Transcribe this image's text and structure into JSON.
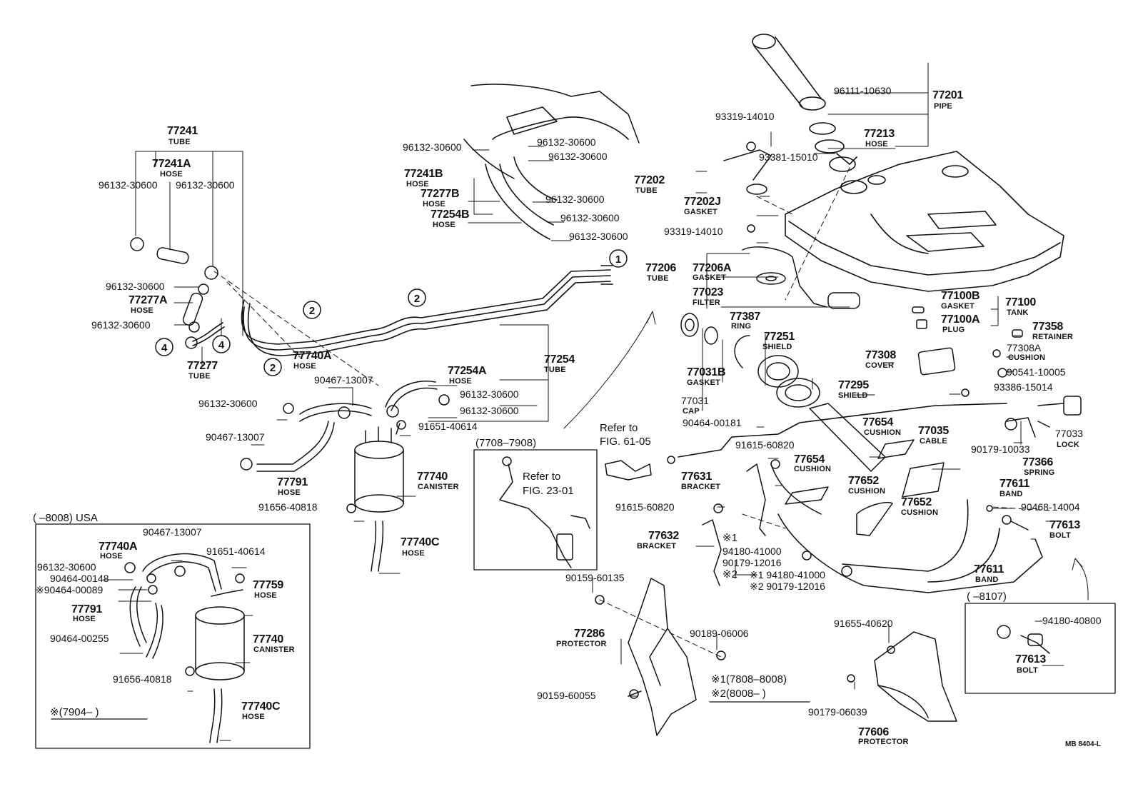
{
  "labels": {
    "l1": {
      "t": "77241",
      "k": "bn"
    },
    "l2": {
      "t": "TUBE",
      "k": "nm"
    },
    "l3": {
      "t": "77241A",
      "k": "bn"
    },
    "l4": {
      "t": "HOSE",
      "k": "nm"
    },
    "l5": {
      "t": "96132-30600",
      "k": "pn"
    },
    "l6": {
      "t": "96132-30600",
      "k": "pn"
    },
    "l7": {
      "t": "96132-30600",
      "k": "pn"
    },
    "l8": {
      "t": "77277A",
      "k": "bn"
    },
    "l9": {
      "t": "HOSE",
      "k": "nm"
    },
    "l10": {
      "t": "96132-30600",
      "k": "pn"
    },
    "l11": {
      "t": "77277",
      "k": "bn"
    },
    "l12": {
      "t": "TUBE",
      "k": "nm"
    },
    "l13": {
      "t": "96132-30600",
      "k": "pn"
    },
    "l14": {
      "t": "96132-30600",
      "k": "pn"
    },
    "l15": {
      "t": "96132-30600",
      "k": "pn"
    },
    "l16": {
      "t": "77241B",
      "k": "bn"
    },
    "l17": {
      "t": "HOSE",
      "k": "nm"
    },
    "l18": {
      "t": "96132-30600",
      "k": "pn"
    },
    "l19": {
      "t": "77277B",
      "k": "bn"
    },
    "l20": {
      "t": "HOSE",
      "k": "nm"
    },
    "l21": {
      "t": "96132-30600",
      "k": "pn"
    },
    "l22": {
      "t": "77254B",
      "k": "bn"
    },
    "l23": {
      "t": "HOSE",
      "k": "nm"
    },
    "l24": {
      "t": "96132-30600",
      "k": "pn"
    },
    "l25": {
      "t": "77740A",
      "k": "bn"
    },
    "l26": {
      "t": "HOSE",
      "k": "nm"
    },
    "l27": {
      "t": "90467-13007",
      "k": "pn"
    },
    "l28": {
      "t": "77254A",
      "k": "bn"
    },
    "l29": {
      "t": "HOSE",
      "k": "nm"
    },
    "l30": {
      "t": "77254",
      "k": "bn"
    },
    "l31": {
      "t": "TUBE",
      "k": "nm"
    },
    "l32": {
      "t": "96132-30600",
      "k": "pn"
    },
    "l33": {
      "t": "96132-30600",
      "k": "pn"
    },
    "l34": {
      "t": "96132-30600",
      "k": "pn"
    },
    "l35": {
      "t": "91651-40614",
      "k": "pn"
    },
    "l36": {
      "t": "90467-13007",
      "k": "pn"
    },
    "l37": {
      "t": "77791",
      "k": "bn"
    },
    "l38": {
      "t": "HOSE",
      "k": "nm"
    },
    "l39": {
      "t": "77740",
      "k": "bn"
    },
    "l40": {
      "t": "CANISTER",
      "k": "nm"
    },
    "l41": {
      "t": "91656-40818",
      "k": "pn"
    },
    "l42": {
      "t": "77740C",
      "k": "bn"
    },
    "l43": {
      "t": "HOSE",
      "k": "nm"
    },
    "l44": {
      "t": "(     –8008)  USA",
      "k": "nt"
    },
    "l45": {
      "t": "90467-13007",
      "k": "pn"
    },
    "l46": {
      "t": "77740A",
      "k": "bn"
    },
    "l47": {
      "t": "HOSE",
      "k": "nm"
    },
    "l48": {
      "t": "91651-40614",
      "k": "pn"
    },
    "l49": {
      "t": "96132-30600",
      "k": "pn"
    },
    "l50": {
      "t": "90464-00148",
      "k": "pn"
    },
    "l51": {
      "t": "※90464-00089",
      "k": "pn"
    },
    "l52": {
      "t": "77759",
      "k": "bn"
    },
    "l53": {
      "t": "HOSE",
      "k": "nm"
    },
    "l54": {
      "t": "77791",
      "k": "bn"
    },
    "l55": {
      "t": "HOSE",
      "k": "nm"
    },
    "l56": {
      "t": "90464-00255",
      "k": "pn"
    },
    "l57": {
      "t": "77740",
      "k": "bn"
    },
    "l58": {
      "t": "CANISTER",
      "k": "nm"
    },
    "l59": {
      "t": "91656-40818",
      "k": "pn"
    },
    "l60": {
      "t": "77740C",
      "k": "bn"
    },
    "l61": {
      "t": "HOSE",
      "k": "nm"
    },
    "l62": {
      "t": "※(7904–        )",
      "k": "nt"
    },
    "l63": {
      "t": "(7708–7908)",
      "k": "nt"
    },
    "l64": {
      "t": "Refer to",
      "k": "nt"
    },
    "l65": {
      "t": "FIG. 23-01",
      "k": "nt"
    },
    "l66": {
      "t": "Refer to",
      "k": "nt"
    },
    "l67": {
      "t": "FIG. 61-05",
      "k": "nt"
    },
    "l68": {
      "t": "96111-10630",
      "k": "pn"
    },
    "l69": {
      "t": "77201",
      "k": "bn"
    },
    "l70": {
      "t": "PIPE",
      "k": "nm"
    },
    "l71": {
      "t": "93319-14010",
      "k": "pn"
    },
    "l72": {
      "t": "77213",
      "k": "bn"
    },
    "l73": {
      "t": "HOSE",
      "k": "nm"
    },
    "l74": {
      "t": "93381-15010",
      "k": "pn"
    },
    "l75": {
      "t": "77202",
      "k": "bn"
    },
    "l76": {
      "t": "TUBE",
      "k": "nm"
    },
    "l77": {
      "t": "77202J",
      "k": "bn"
    },
    "l78": {
      "t": "GASKET",
      "k": "nm"
    },
    "l79": {
      "t": "93319-14010",
      "k": "pn"
    },
    "l80": {
      "t": "77206",
      "k": "bn"
    },
    "l81": {
      "t": "TUBE",
      "k": "nm"
    },
    "l82": {
      "t": "77206A",
      "k": "bn"
    },
    "l83": {
      "t": "GASKET",
      "k": "nm"
    },
    "l84": {
      "t": "77023",
      "k": "bn"
    },
    "l85": {
      "t": "FILTER",
      "k": "nm"
    },
    "l86": {
      "t": "77100B",
      "k": "bn"
    },
    "l87": {
      "t": "GASKET",
      "k": "nm"
    },
    "l88": {
      "t": "77100",
      "k": "bn"
    },
    "l89": {
      "t": "TANK",
      "k": "nm"
    },
    "l90": {
      "t": "77100A",
      "k": "bn"
    },
    "l91": {
      "t": "PLUG",
      "k": "nm"
    },
    "l92": {
      "t": "77387",
      "k": "bn"
    },
    "l93": {
      "t": "RING",
      "k": "nm"
    },
    "l94": {
      "t": "77251",
      "k": "bn"
    },
    "l95": {
      "t": "SHIELD",
      "k": "nm"
    },
    "l96": {
      "t": "77358",
      "k": "bn"
    },
    "l97": {
      "t": "RETAINER",
      "k": "nm"
    },
    "l98": {
      "t": "77308",
      "k": "bn"
    },
    "l99": {
      "t": "COVER",
      "k": "nm"
    },
    "l100": {
      "t": "77308A",
      "k": "pn"
    },
    "l101": {
      "t": "CUSHION",
      "k": "nm"
    },
    "l102": {
      "t": "90541-10005",
      "k": "pn"
    },
    "l103": {
      "t": "77031B",
      "k": "bn"
    },
    "l104": {
      "t": "GASKET",
      "k": "nm"
    },
    "l105": {
      "t": "77031",
      "k": "pn"
    },
    "l106": {
      "t": "CAP",
      "k": "nm"
    },
    "l107": {
      "t": "77295",
      "k": "bn"
    },
    "l108": {
      "t": "SHIELD",
      "k": "nm"
    },
    "l109": {
      "t": "93386-15014",
      "k": "pn"
    },
    "l110": {
      "t": "90464-00181",
      "k": "pn"
    },
    "l111": {
      "t": "77654",
      "k": "bn"
    },
    "l112": {
      "t": "CUSHION",
      "k": "nm"
    },
    "l113": {
      "t": "77035",
      "k": "bn"
    },
    "l114": {
      "t": "CABLE",
      "k": "nm"
    },
    "l115": {
      "t": "77033",
      "k": "pn"
    },
    "l116": {
      "t": "LOCK",
      "k": "nm"
    },
    "l117": {
      "t": "91615-60820",
      "k": "pn"
    },
    "l118": {
      "t": "77654",
      "k": "bn"
    },
    "l119": {
      "t": "CUSHION",
      "k": "nm"
    },
    "l120": {
      "t": "90179-10033",
      "k": "pn"
    },
    "l121": {
      "t": "77366",
      "k": "bn"
    },
    "l122": {
      "t": "SPRING",
      "k": "nm"
    },
    "l123": {
      "t": "77631",
      "k": "bn"
    },
    "l124": {
      "t": "BRACKET",
      "k": "nm"
    },
    "l125": {
      "t": "77652",
      "k": "bn"
    },
    "l126": {
      "t": "CUSHION",
      "k": "nm"
    },
    "l127": {
      "t": "77652",
      "k": "bn"
    },
    "l128": {
      "t": "CUSHION",
      "k": "nm"
    },
    "l129": {
      "t": "77611",
      "k": "bn"
    },
    "l130": {
      "t": "BAND",
      "k": "nm"
    },
    "l131": {
      "t": "91615-60820",
      "k": "pn"
    },
    "l132": {
      "t": "90468-14004",
      "k": "pn"
    },
    "l133": {
      "t": "77613",
      "k": "bn"
    },
    "l134": {
      "t": "BOLT",
      "k": "nm"
    },
    "l135": {
      "t": "77632",
      "k": "bn"
    },
    "l136": {
      "t": "BRACKET",
      "k": "nm"
    },
    "l137": {
      "t": "※1",
      "k": "nt"
    },
    "l138": {
      "t": "94180-41000",
      "k": "pn"
    },
    "l139": {
      "t": "90179-12016",
      "k": "pn"
    },
    "l140": {
      "t": "※2",
      "k": "nt"
    },
    "l141": {
      "t": "※1 94180-41000",
      "k": "pn"
    },
    "l142": {
      "t": "※2 90179-12016",
      "k": "pn"
    },
    "l143": {
      "t": "77611",
      "k": "bn"
    },
    "l144": {
      "t": "BAND",
      "k": "nm"
    },
    "l145": {
      "t": "90159-60135",
      "k": "pn"
    },
    "l146": {
      "t": "(        –8107)",
      "k": "nt"
    },
    "l147": {
      "t": "94180-40800",
      "k": "pn"
    },
    "l148": {
      "t": "77613",
      "k": "bn"
    },
    "l149": {
      "t": "BOLT",
      "k": "nm"
    },
    "l150": {
      "t": "91655-40620",
      "k": "pn"
    },
    "l151": {
      "t": "77286",
      "k": "bn"
    },
    "l152": {
      "t": "PROTECTOR",
      "k": "nm"
    },
    "l153": {
      "t": "90189-06006",
      "k": "pn"
    },
    "l154": {
      "t": "※1(7808–8008)",
      "k": "nt"
    },
    "l155": {
      "t": "※2(8008–        )",
      "k": "nt"
    },
    "l156": {
      "t": "90159-60055",
      "k": "pn"
    },
    "l157": {
      "t": "90179-06039",
      "k": "pn"
    },
    "l158": {
      "t": "77606",
      "k": "bn"
    },
    "l159": {
      "t": "PROTECTOR",
      "k": "nm"
    },
    "l160": {
      "t": "MB  8404-L",
      "k": "tiny"
    }
  },
  "markers": [
    "1",
    "2",
    "2",
    "2",
    "4",
    "4"
  ]
}
